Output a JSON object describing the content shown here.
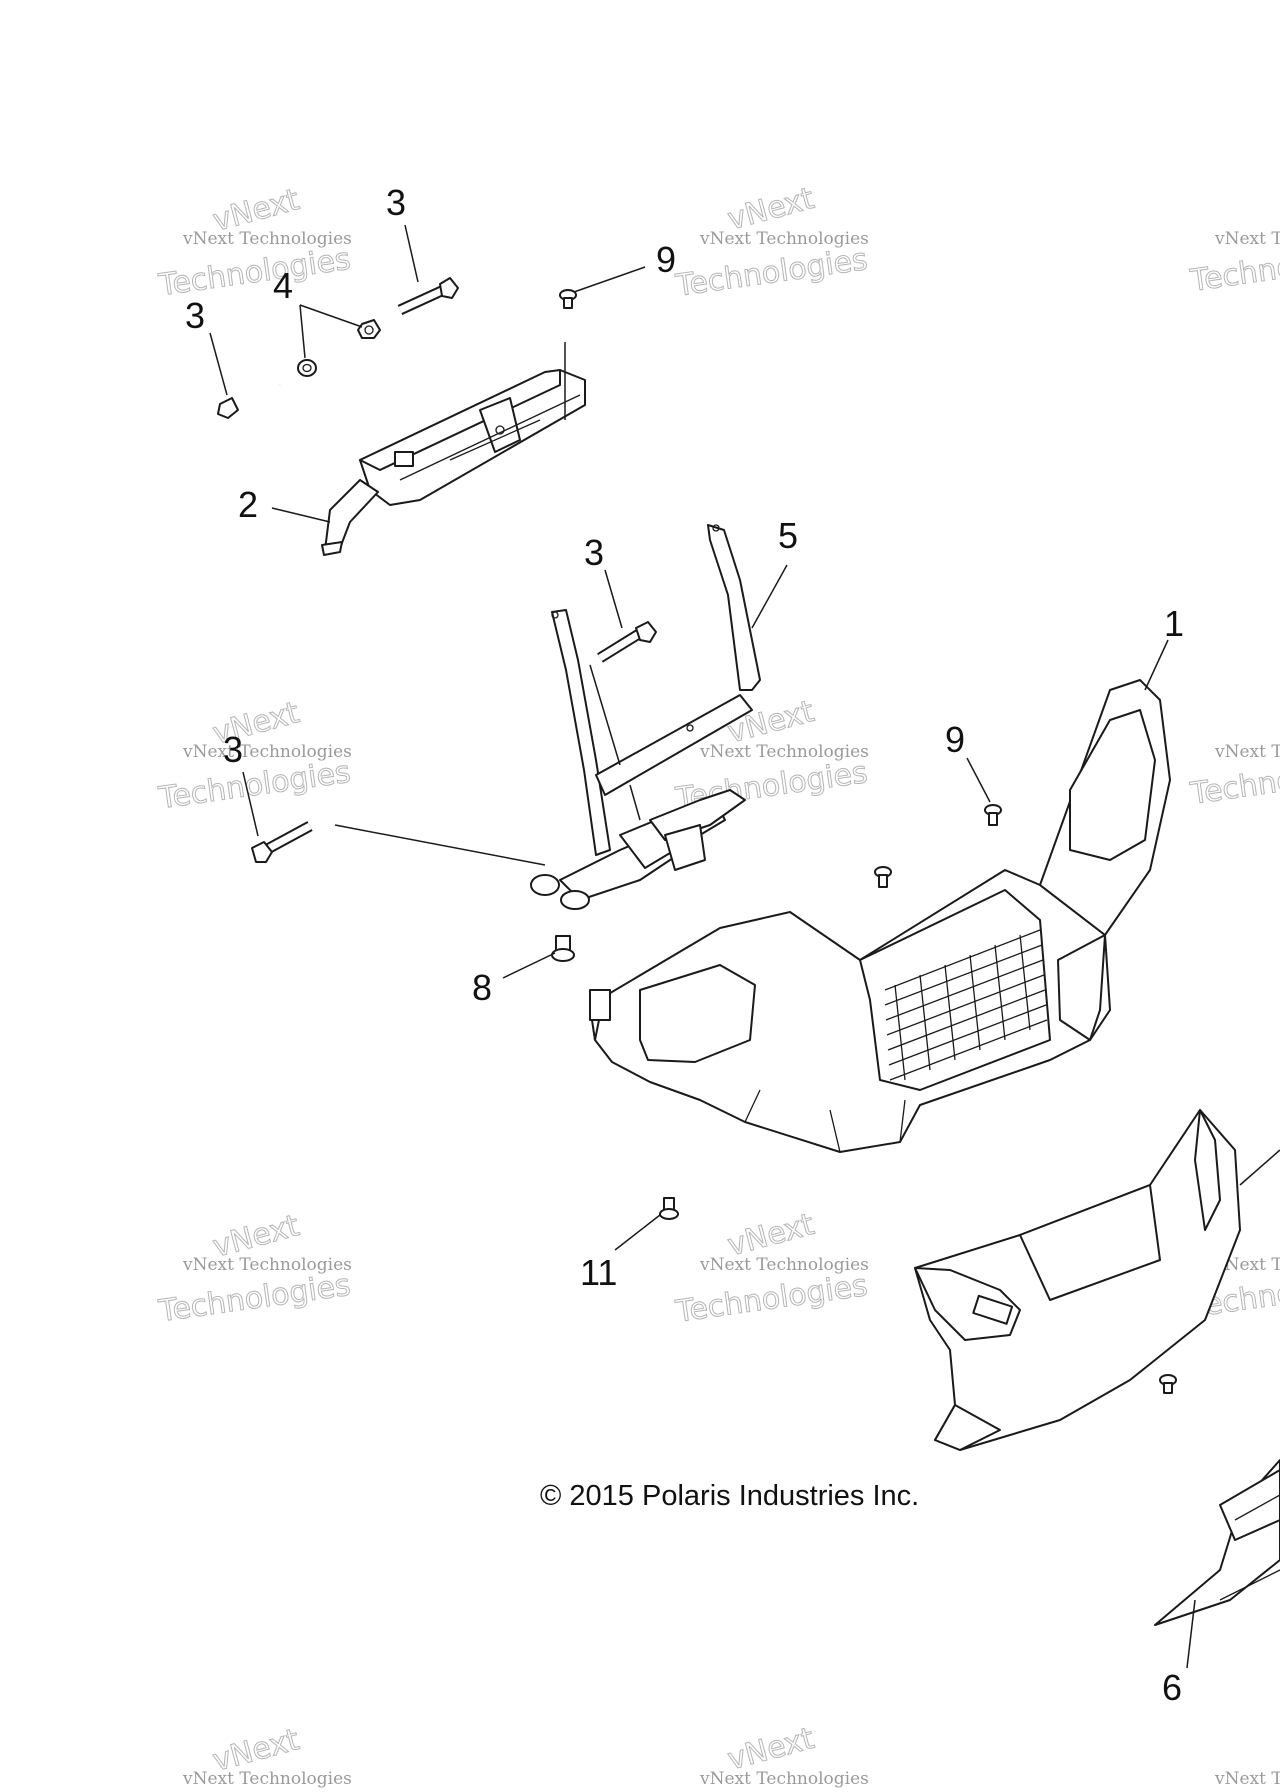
{
  "callouts": [
    {
      "id": "c3a",
      "text": "3"
    },
    {
      "id": "c4",
      "text": "4"
    },
    {
      "id": "c3b",
      "text": "3"
    },
    {
      "id": "c9a",
      "text": "9"
    },
    {
      "id": "c2",
      "text": "2"
    },
    {
      "id": "c3c",
      "text": "3"
    },
    {
      "id": "c5",
      "text": "5"
    },
    {
      "id": "c1",
      "text": "1"
    },
    {
      "id": "c9b",
      "text": "9"
    },
    {
      "id": "c3d",
      "text": "3"
    },
    {
      "id": "c8",
      "text": "8"
    },
    {
      "id": "c11",
      "text": "11"
    },
    {
      "id": "c6",
      "text": "6"
    }
  ],
  "watermark": {
    "line1": "vNext Technologies",
    "line2": "Technologies",
    "line3": "vNext"
  },
  "copyright": "© 2015 Polaris Industries Inc."
}
